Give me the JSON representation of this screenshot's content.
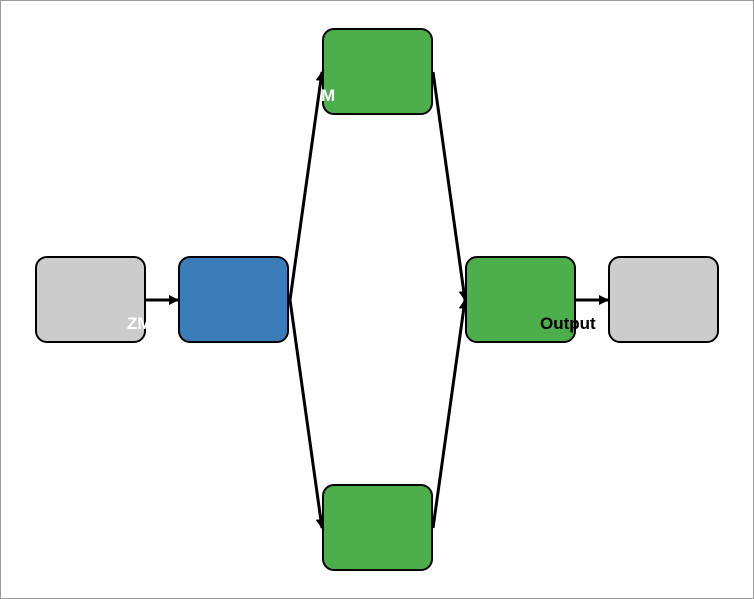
{
  "diagram": {
    "colors": {
      "io_node": "#cccccc",
      "encoder_node": "#3a7db8",
      "branch_node": "#4caf4c",
      "stroke": "#000000"
    },
    "nodes": [
      {
        "id": "input",
        "label": "ZM",
        "color": "#cccccc",
        "label_color": "#ffffff"
      },
      {
        "id": "encoder",
        "label": "",
        "color": "#3a7db8"
      },
      {
        "id": "branch-top",
        "label": "M",
        "color": "#4caf4c",
        "label_color": "#ffffff"
      },
      {
        "id": "branch-bottom",
        "label": "",
        "color": "#4caf4c"
      },
      {
        "id": "merge",
        "label": "Output",
        "color": "#4caf4c",
        "label_color": "#000000"
      },
      {
        "id": "output",
        "label": "",
        "color": "#cccccc"
      }
    ],
    "edges": [
      {
        "from": "input",
        "to": "encoder"
      },
      {
        "from": "encoder",
        "to": "branch-top"
      },
      {
        "from": "encoder",
        "to": "branch-bottom"
      },
      {
        "from": "branch-top",
        "to": "merge"
      },
      {
        "from": "branch-bottom",
        "to": "merge"
      },
      {
        "from": "merge",
        "to": "output"
      }
    ]
  }
}
